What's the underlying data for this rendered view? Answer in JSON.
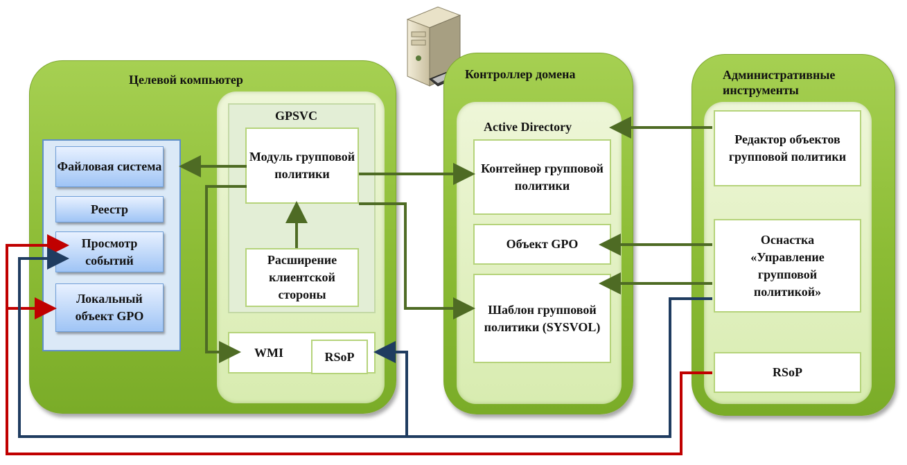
{
  "target": {
    "title": "Целевой компьютер",
    "local_items": [
      "Файловая система",
      "Реестр",
      "Просмотр событий",
      "Локальный объект GPO"
    ],
    "gpsvc": {
      "title": "GPSVC",
      "module": "Модуль групповой политики",
      "extension": "Расширение клиентской стороны"
    },
    "wmi": "WMI",
    "rsop": "RSoP"
  },
  "dc": {
    "title": "Контроллер домена",
    "ad_title": "Active Directory",
    "container": "Контейнер групповой политики",
    "gpo": "Объект GPO",
    "template": "Шаблон групповой политики (SYSVOL)"
  },
  "admin": {
    "title": "Административные инструменты",
    "editor": "Редактор объектов групповой политики",
    "snapin": "Оснастка «Управление групповой политикой»",
    "rsop": "RSoP"
  },
  "colors": {
    "green_arrow": "#4e6b24",
    "red_line": "#c00000",
    "blue_line": "#1f3c60"
  }
}
